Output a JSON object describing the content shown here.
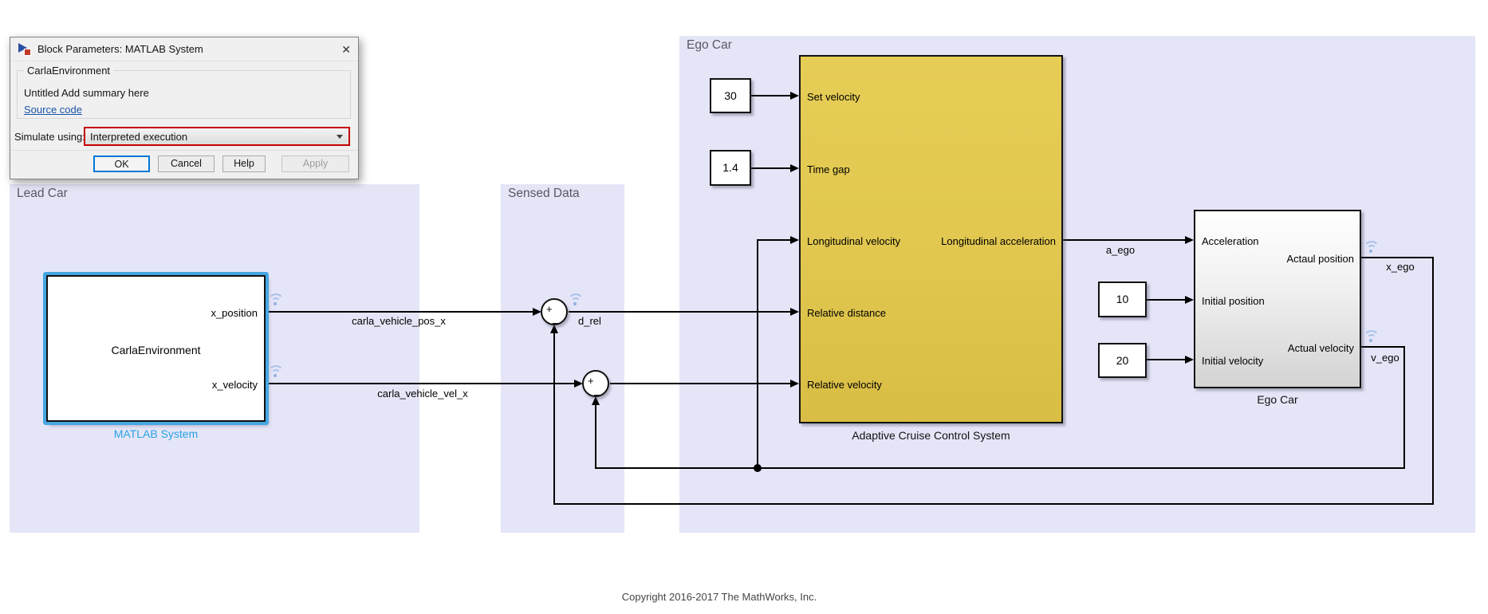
{
  "app": {
    "copyright": "Copyright 2016-2017 The MathWorks, Inc."
  },
  "dialog": {
    "title": "Block Parameters: MATLAB System",
    "close": "✕",
    "group_label": "CarlaEnvironment",
    "summary": "Untitled Add summary here",
    "source_link": "Source code",
    "simulate_label": "Simulate using:",
    "simulate_value": "Interpreted execution",
    "buttons": {
      "ok": "OK",
      "cancel": "Cancel",
      "help": "Help",
      "apply": "Apply"
    }
  },
  "regions": {
    "lead_car": "Lead Car",
    "sensed_data": "Sensed Data",
    "ego_car": "Ego Car"
  },
  "blocks": {
    "carla": {
      "name": "CarlaEnvironment",
      "label": "MATLAB System",
      "ports_out": [
        "x_position",
        "x_velocity"
      ]
    },
    "acc": {
      "label": "Adaptive Cruise Control System",
      "ports_in": [
        "Set velocity",
        "Time gap",
        "Longitudinal velocity",
        "Relative distance",
        "Relative velocity"
      ],
      "ports_out": [
        "Longitudinal acceleration"
      ]
    },
    "ego": {
      "label": "Ego Car",
      "ports_in": [
        "Acceleration",
        "Initial position",
        "Initial velocity"
      ],
      "ports_out": [
        "Actaul position",
        "Actual velocity"
      ]
    },
    "constants": [
      {
        "value": "30"
      },
      {
        "value": "1.4"
      },
      {
        "value": "10"
      },
      {
        "value": "20"
      }
    ],
    "sum": {
      "plus": "+",
      "minus": "_"
    }
  },
  "signals": {
    "pos_x": "carla_vehicle_pos_x",
    "vel_x": "carla_vehicle_vel_x",
    "d_rel": "d_rel",
    "a_ego": "a_ego",
    "x_ego": "x_ego",
    "v_ego": "v_ego"
  },
  "colors": {
    "region_bg": "#e5e5f8",
    "acc_fill": "#e1c74f",
    "selection_blue": "#45a7e1",
    "highlight_red": "#c40000",
    "link_blue": "#1a54a8",
    "matlab_label_blue": "#29a3e3",
    "ok_border_blue": "#0078d7"
  }
}
